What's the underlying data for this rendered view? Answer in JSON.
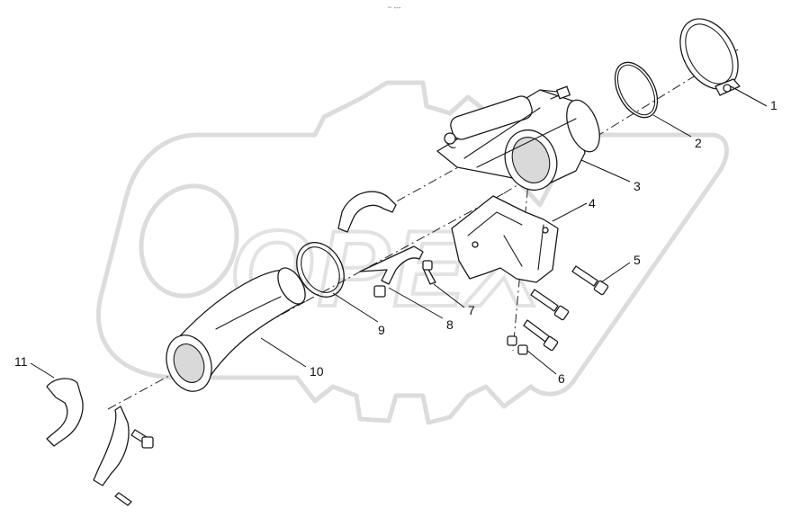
{
  "diagram": {
    "corner_mark": "~ ---",
    "callouts": [
      {
        "id": "1",
        "label": "1"
      },
      {
        "id": "2",
        "label": "2"
      },
      {
        "id": "3",
        "label": "3"
      },
      {
        "id": "4",
        "label": "4"
      },
      {
        "id": "5",
        "label": "5"
      },
      {
        "id": "6",
        "label": "6"
      },
      {
        "id": "7",
        "label": "7"
      },
      {
        "id": "8",
        "label": "8"
      },
      {
        "id": "9",
        "label": "9"
      },
      {
        "id": "10",
        "label": "10"
      },
      {
        "id": "11",
        "label": "11"
      }
    ],
    "watermark": {
      "text": "OPEX"
    }
  }
}
